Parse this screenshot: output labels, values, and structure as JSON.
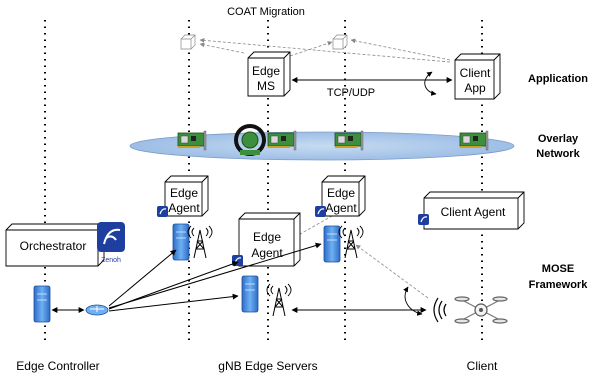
{
  "labels": {
    "migration": "COAT Migration",
    "edge_ms": [
      "Edge",
      "MS"
    ],
    "client_app": [
      "Client",
      "App"
    ],
    "protocol": "TCP/UDP",
    "edge_agent": [
      "Edge",
      "Agent"
    ],
    "client_agent": "Client Agent",
    "orchestrator": "Orchestrator",
    "zenoh": "Zenoh"
  },
  "layers": {
    "application": "Application",
    "overlay": [
      "Overlay",
      "Network"
    ],
    "mose": [
      "MOSE",
      "Framework"
    ]
  },
  "columns": {
    "edge_controller": "Edge Controller",
    "gnb_edge_servers": "gNB Edge Servers",
    "client": "Client"
  },
  "colors": {
    "overlay_fill": "#a9c6e8",
    "server_blue": "#4a8fe0",
    "card_green": "#3c8f3c",
    "zenoh_blue": "#1e3fa0"
  }
}
